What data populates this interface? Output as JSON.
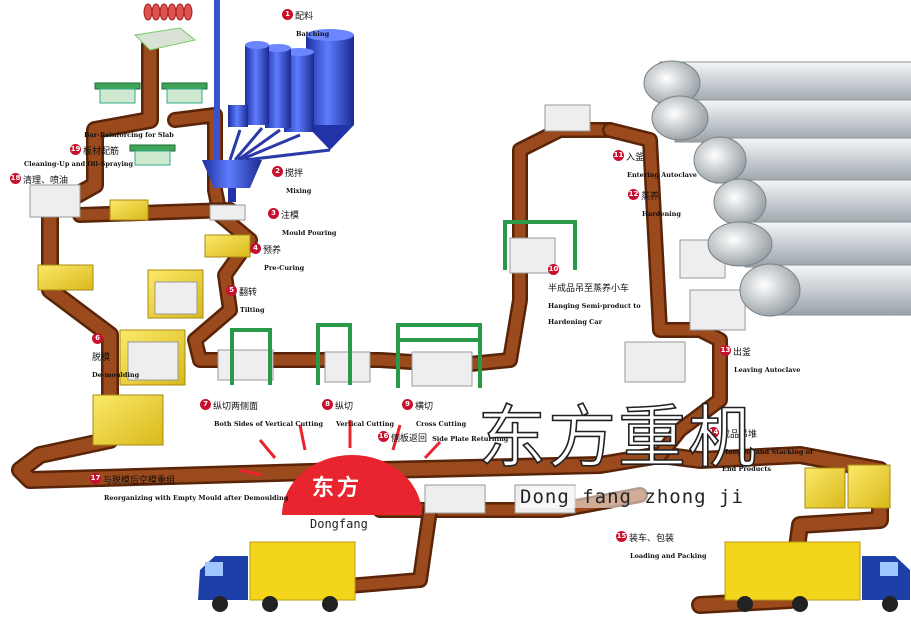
{
  "steps": [
    {
      "num": "1",
      "cn": "配料",
      "en": "Batching"
    },
    {
      "num": "2",
      "cn": "搅拌",
      "en": "Mixing"
    },
    {
      "num": "3",
      "cn": "注模",
      "en": "Mould Pouring"
    },
    {
      "num": "4",
      "cn": "预养",
      "en": "Pre-Curing"
    },
    {
      "num": "5",
      "cn": "翻转",
      "en": "Tilting"
    },
    {
      "num": "6",
      "cn": "脱模",
      "en": "De-moulding"
    },
    {
      "num": "7",
      "cn": "纵切两侧面",
      "en": "Both Sides of Vertical Cutting"
    },
    {
      "num": "8",
      "cn": "纵切",
      "en": "Vertical Cutting"
    },
    {
      "num": "9",
      "cn": "横切",
      "en": "Cross Cutting"
    },
    {
      "num": "10",
      "cn": "半成品吊至蒸养小车",
      "en": "Hanging Semi-product to",
      "en2": "Hardening Car"
    },
    {
      "num": "11",
      "cn": "入釜",
      "en": "Entering Autoclave"
    },
    {
      "num": "12",
      "cn": "蒸养",
      "en": "Hardening"
    },
    {
      "num": "13",
      "cn": "出釜",
      "en": "Leaving Autoclave"
    },
    {
      "num": "14",
      "cn": "成品吊堆",
      "en": "Hanging and Stacking of",
      "en2": "End Products"
    },
    {
      "num": "15",
      "cn": "装车、包装",
      "en": "Loading and Packing"
    },
    {
      "num": "16",
      "cn": "侧板返回",
      "en": "Side Plate Returning"
    },
    {
      "num": "17",
      "cn": "与脱模后空模重组",
      "en": "Reorganizing with Empty Mould after Demoulding"
    },
    {
      "num": "18",
      "cn": "清理、喷油",
      "en": "Cleaning-Up and Oil-Spraying"
    },
    {
      "num": "19",
      "cn": "板材配筋",
      "en": "Bar-Reinforcing for Slab"
    }
  ],
  "watermark": {
    "cn": "东方重机",
    "en": "Dong fang zhong ji"
  },
  "logo": {
    "cn": "东方",
    "en": "Dongfang"
  },
  "colors": {
    "conveyor": "#8a3a12",
    "conveyor_edge": "#5a2408",
    "mould": "#f2dc3c",
    "silo": "#2b4bd6",
    "autoclave": "#d9dde0",
    "truck_box": "#f3d51c",
    "truck_cab": "#1e3fa8",
    "frame": "#2a9a4a",
    "sun": "#e8242e"
  }
}
